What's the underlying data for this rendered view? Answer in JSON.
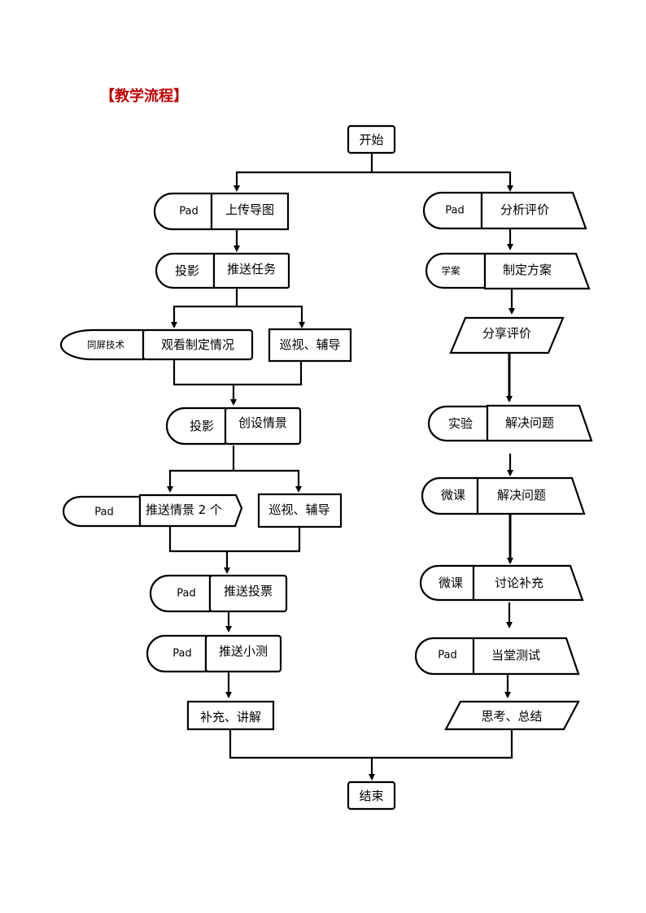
{
  "heading": "【教学流程】",
  "colors": {
    "heading": "#c00000",
    "stroke": "#000000"
  },
  "nodes": {
    "start": "开始",
    "end": "结束",
    "left": {
      "n1_tool": "Pad",
      "n1_step": "上传导图",
      "n2_tool": "投影",
      "n2_step": "推送任务",
      "n3a_tool": "同屏技术",
      "n3a_step": "观看制定情况",
      "n3b_step": "巡视、辅导",
      "n4_tool": "投影",
      "n4_step": "创设情景",
      "n5a_tool": "Pad",
      "n5a_step": "推送情景 2 个",
      "n5b_step": "巡视、辅导",
      "n6_tool": "Pad",
      "n6_step": "推送投票",
      "n7_tool": "Pad",
      "n7_step": "推送小测",
      "n8_step": "补充、讲解"
    },
    "right": {
      "r1_tool": "Pad",
      "r1_step": "分析评价",
      "r2_tool": "学案",
      "r2_step": "制定方案",
      "r3_step": "分享评价",
      "r4_tool": "实验",
      "r4_step": "解决问题",
      "r5_tool": "微课",
      "r5_step": "解决问题",
      "r6_tool": "微课",
      "r6_step": "讨论补充",
      "r7_tool": "Pad",
      "r7_step": "当堂测试",
      "r8_step": "思考、总结"
    }
  }
}
